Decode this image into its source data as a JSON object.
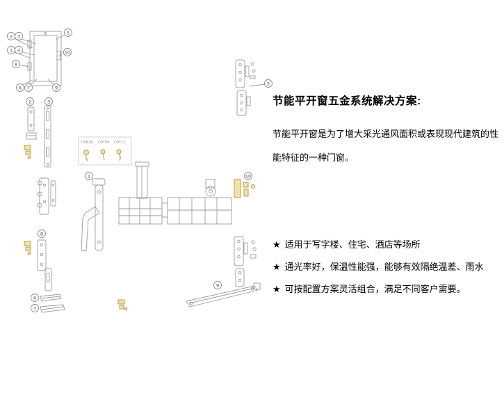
{
  "content": {
    "title": "节能平开窗五金系统解决方案:",
    "description": "节能平开窗是为了增大采光通风面积或表现现代建筑的性能特征的一种门窗。",
    "bullets": [
      {
        "marker": "★",
        "text": "适用于写字楼、住宅、酒店等场所"
      },
      {
        "marker": "★",
        "text": "通光率好，保温性能强，能够有效隔绝温差、雨水"
      },
      {
        "marker": "★",
        "text": "可按配置方案灵活组合，满足不同客户需要。"
      }
    ]
  },
  "diagram": {
    "box_labels": [
      "COK28",
      "COT04",
      "COT13"
    ],
    "callouts": [
      {
        "n": "2"
      },
      {
        "n": "3"
      },
      {
        "n": "5"
      },
      {
        "n": "1"
      },
      {
        "n": "4"
      },
      {
        "n": "8"
      },
      {
        "n": "10"
      },
      {
        "n": "6"
      },
      {
        "n": "7"
      },
      {
        "n": "9"
      },
      {
        "n": "2"
      },
      {
        "n": "3"
      },
      {
        "n": "8"
      },
      {
        "n": "6"
      },
      {
        "n": "7"
      },
      {
        "n": "1"
      },
      {
        "n": "5"
      },
      {
        "n": "10"
      },
      {
        "n": "9"
      }
    ],
    "colors": {
      "line": "#9b9b9b",
      "accent_gold": "#b8952e"
    }
  }
}
